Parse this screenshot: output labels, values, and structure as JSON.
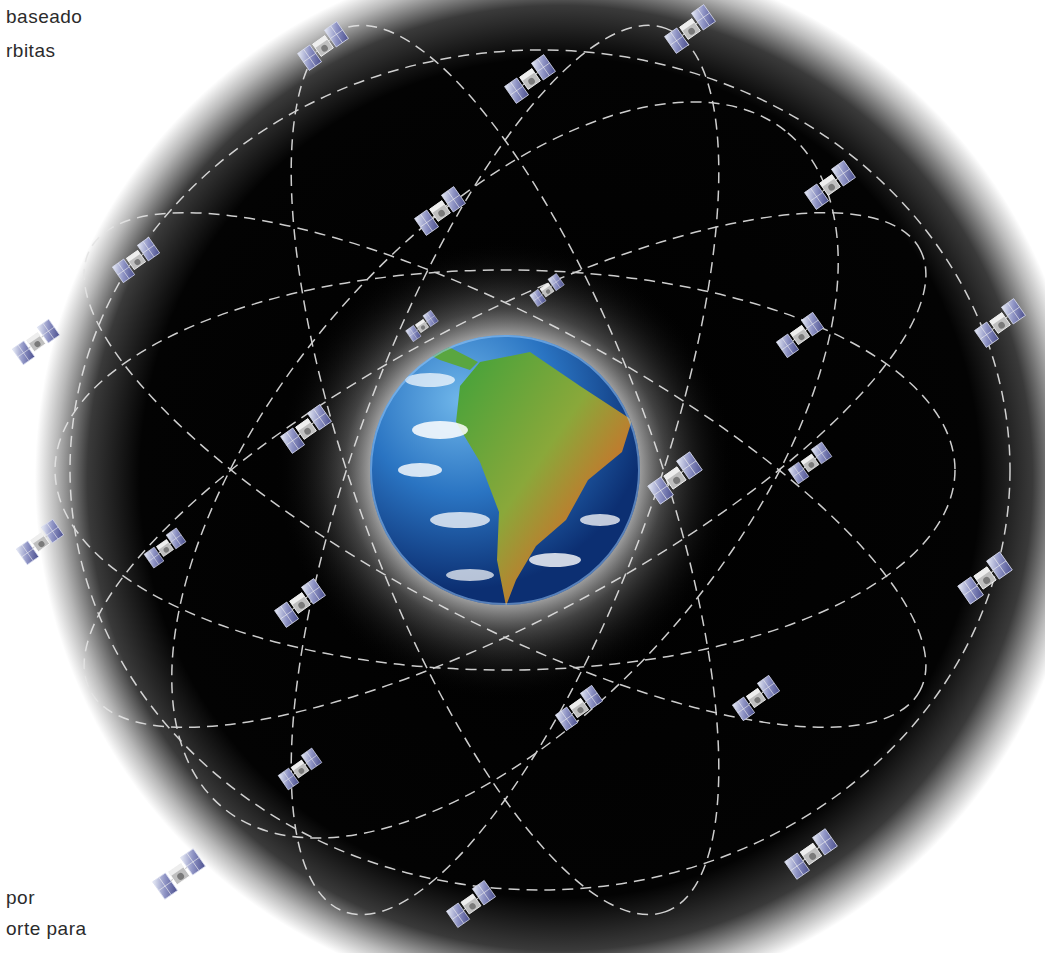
{
  "diagram": {
    "labels": [
      "baseado",
      "rbitas",
      "por",
      "orte para"
    ]
  }
}
